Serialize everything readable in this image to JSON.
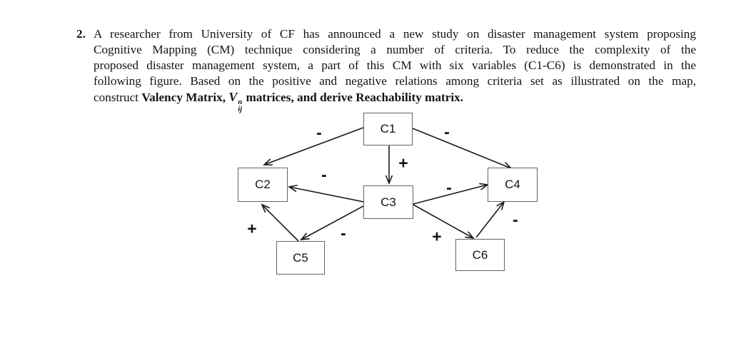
{
  "problem": {
    "number": "2.",
    "lines": [
      "A researcher from University of CF has announced a new study on disaster management system proposing",
      "Cognitive Mapping (CM) technique considering a number of criteria. To reduce the complexity of the",
      "proposed disaster management system, a part of this CM with six variables (C1-C6) is demonstrated in the",
      "following figure. Based on the positive and negative relations among criteria set as illustrated on the map,"
    ],
    "last_line": {
      "prefix": "construct ",
      "bold_before_math": "Valency Matrix, ",
      "math_base": "V",
      "math_sup": "n",
      "math_sub": "ij",
      "bold_after_math": " matrices, and derive Reachability matrix."
    }
  },
  "diagram": {
    "nodes": [
      {
        "id": "C1",
        "label": "C1"
      },
      {
        "id": "C2",
        "label": "C2"
      },
      {
        "id": "C3",
        "label": "C3"
      },
      {
        "id": "C4",
        "label": "C4"
      },
      {
        "id": "C5",
        "label": "C5"
      },
      {
        "id": "C6",
        "label": "C6"
      }
    ],
    "edges": [
      {
        "from": "C1",
        "to": "C2",
        "sign": "-"
      },
      {
        "from": "C1",
        "to": "C4",
        "sign": "-"
      },
      {
        "from": "C1",
        "to": "C3",
        "sign": "+"
      },
      {
        "from": "C3",
        "to": "C2",
        "sign": "-"
      },
      {
        "from": "C3",
        "to": "C5",
        "sign": "-"
      },
      {
        "from": "C5",
        "to": "C2",
        "sign": "+"
      },
      {
        "from": "C3",
        "to": "C4",
        "sign": "-"
      },
      {
        "from": "C3",
        "to": "C6",
        "sign": "+"
      },
      {
        "from": "C6",
        "to": "C4",
        "sign": "-"
      }
    ],
    "colors": {
      "line": "#1a1a1a",
      "box_border": "#646464",
      "background": "#ffffff"
    }
  }
}
